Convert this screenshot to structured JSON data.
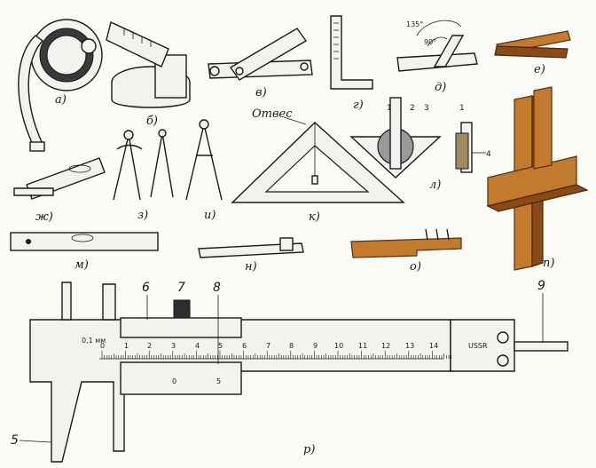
{
  "figure": {
    "labels": {
      "a": "а)",
      "b": "б)",
      "v": "в)",
      "g": "г)",
      "d": "д)",
      "e": "е)",
      "zh": "ж)",
      "z": "з)",
      "i": "и)",
      "k": "к)",
      "l": "л)",
      "m": "м)",
      "n": "н)",
      "o": "о)",
      "p": "п)",
      "r": "р)"
    },
    "plumb_label": "Отвес",
    "angles": {
      "obtuse": "135°",
      "right": "90°"
    },
    "square_parts": [
      "1",
      "2",
      "3",
      "1",
      "4"
    ],
    "caliper": {
      "parts": [
        "5",
        "6",
        "7",
        "8",
        "9"
      ],
      "scale_numbers": [
        "0",
        "1",
        "2",
        "3",
        "4",
        "5",
        "6",
        "7",
        "8",
        "9",
        "10",
        "11",
        "12",
        "13",
        "14"
      ],
      "precision_label": "0,1\nмм",
      "maker_mark": "USSR",
      "vernier_numbers": [
        "0",
        "5"
      ]
    },
    "colors": {
      "ink": "#1a1a1a",
      "wood": "#c27a2c",
      "paper": "#fbfbf8"
    }
  }
}
